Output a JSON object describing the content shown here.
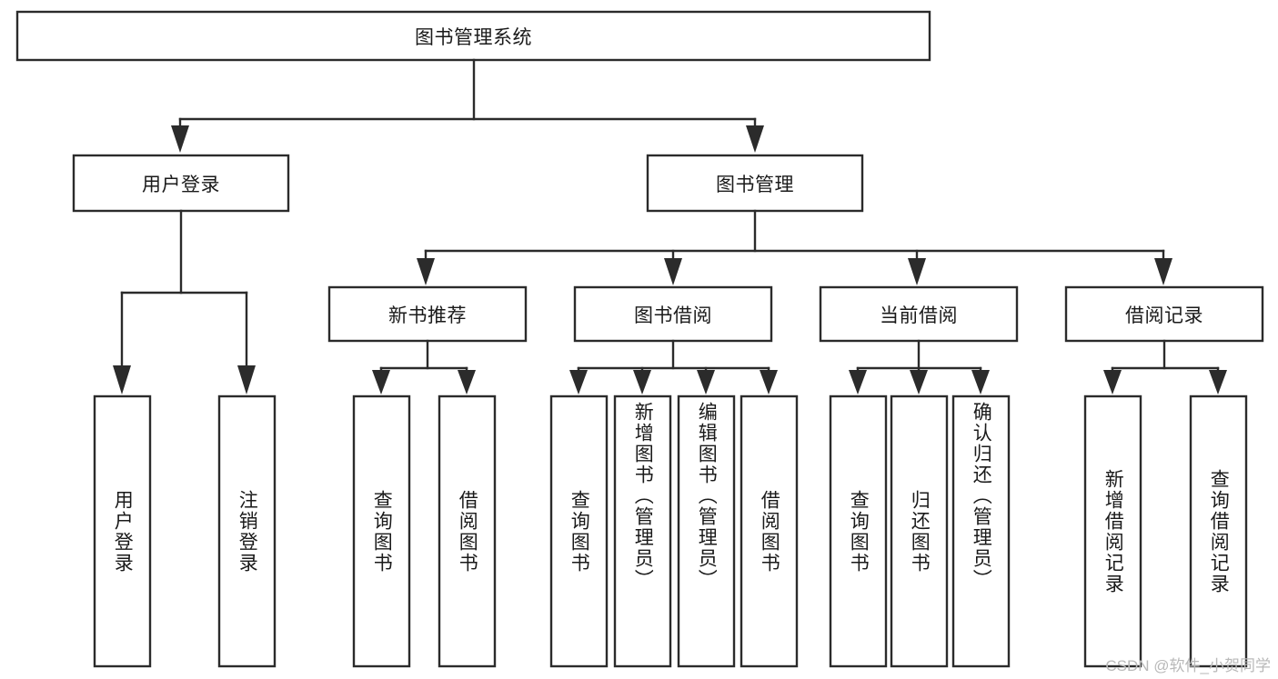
{
  "diagram": {
    "title": "图书管理系统",
    "type": "tree-hierarchy-diagram",
    "orientation": "top-down",
    "colors": {
      "stroke": "#2b2b2b",
      "fill": "#ffffff",
      "text": "#1a1a1a",
      "watermark": "#b9b9b9"
    },
    "root": {
      "label": "图书管理系统"
    },
    "level2": [
      {
        "label": "用户登录"
      },
      {
        "label": "图书管理"
      }
    ],
    "level3": [
      {
        "label": "新书推荐"
      },
      {
        "label": "图书借阅"
      },
      {
        "label": "当前借阅"
      },
      {
        "label": "借阅记录"
      }
    ],
    "leaves": {
      "user_login": [
        {
          "label": "用户登录"
        },
        {
          "label": "注销登录"
        }
      ],
      "new_book_recommend": [
        {
          "label": "查询图书"
        },
        {
          "label": "借阅图书"
        }
      ],
      "book_borrow": [
        {
          "label": "查询图书"
        },
        {
          "label": "新增图书（管理员）"
        },
        {
          "label": "编辑图书（管理员）"
        },
        {
          "label": "借阅图书"
        }
      ],
      "current_borrow": [
        {
          "label": "查询图书"
        },
        {
          "label": "归还图书"
        },
        {
          "label": "确认归还（管理员）"
        }
      ],
      "borrow_record": [
        {
          "label": "新增借阅记录"
        },
        {
          "label": "查询借阅记录"
        }
      ]
    }
  },
  "watermark": {
    "text": "CSDN @软件_小贺同学"
  }
}
